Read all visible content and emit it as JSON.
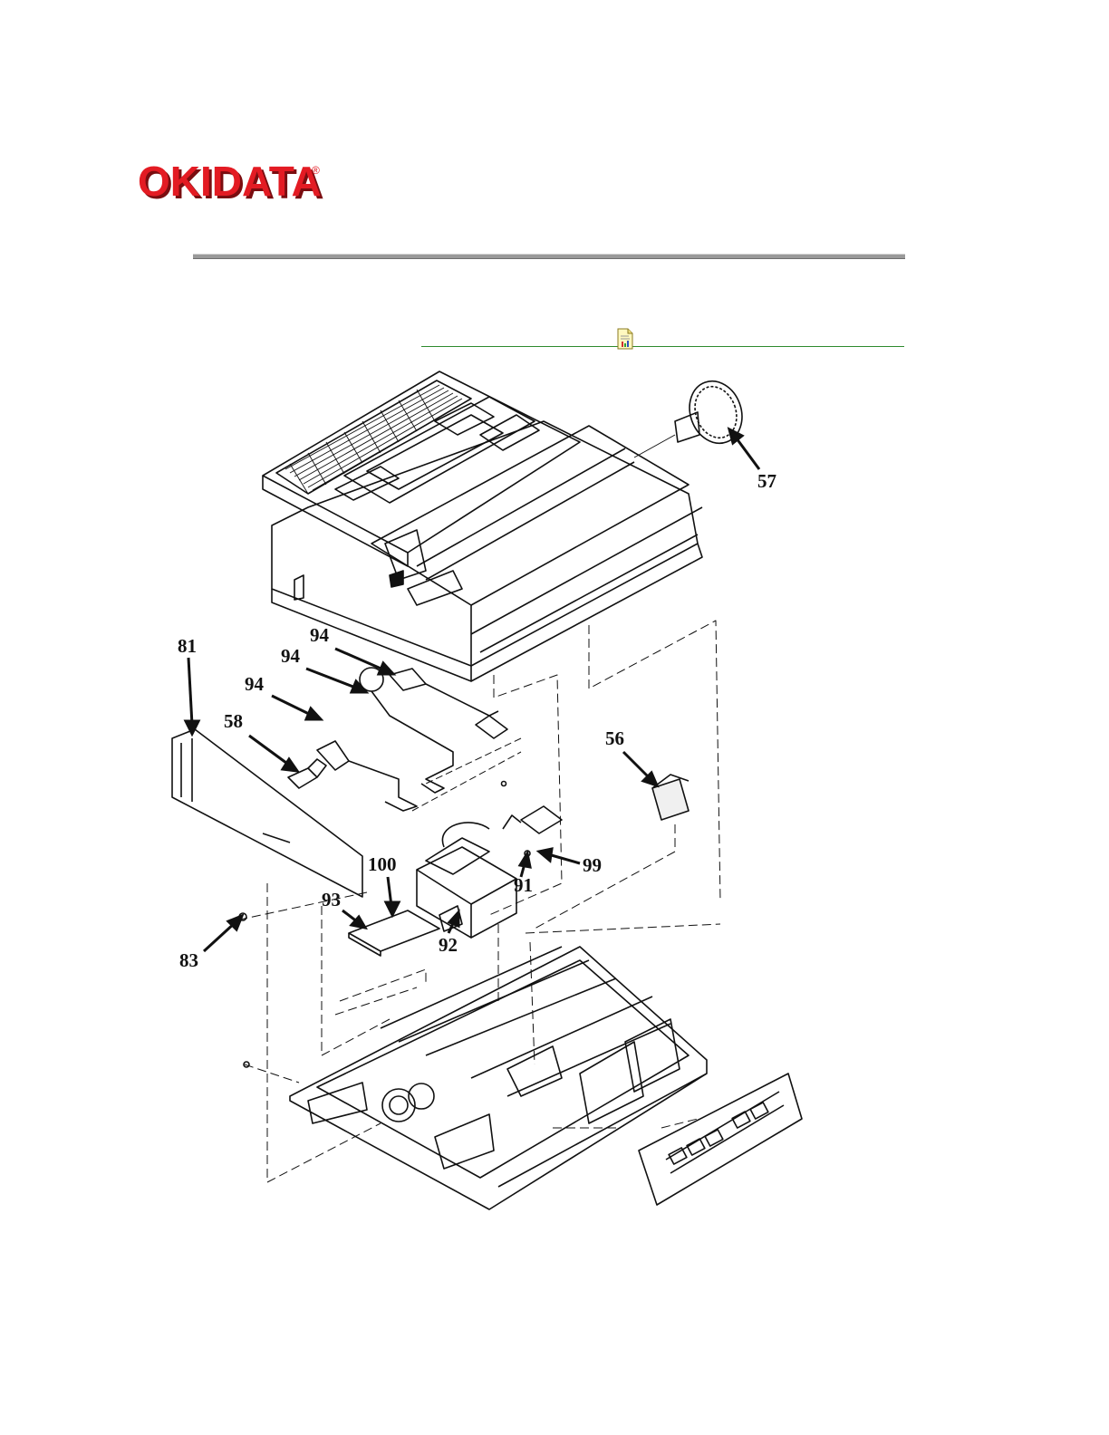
{
  "brand": {
    "logo_text": "OKIDATA",
    "registered_mark": "®",
    "logo_color": "#e31b23"
  },
  "toolbar": {
    "doc_icon": "document-icon"
  },
  "diagram": {
    "callouts": [
      {
        "id": "c57",
        "label": "57"
      },
      {
        "id": "c81",
        "label": "81"
      },
      {
        "id": "c94a",
        "label": "94"
      },
      {
        "id": "c94b",
        "label": "94"
      },
      {
        "id": "c94c",
        "label": "94"
      },
      {
        "id": "c58",
        "label": "58"
      },
      {
        "id": "c56",
        "label": "56"
      },
      {
        "id": "c100",
        "label": "100"
      },
      {
        "id": "c99",
        "label": "99"
      },
      {
        "id": "c93",
        "label": "93"
      },
      {
        "id": "c91",
        "label": "91"
      },
      {
        "id": "c92",
        "label": "92"
      },
      {
        "id": "c83",
        "label": "83"
      }
    ]
  }
}
